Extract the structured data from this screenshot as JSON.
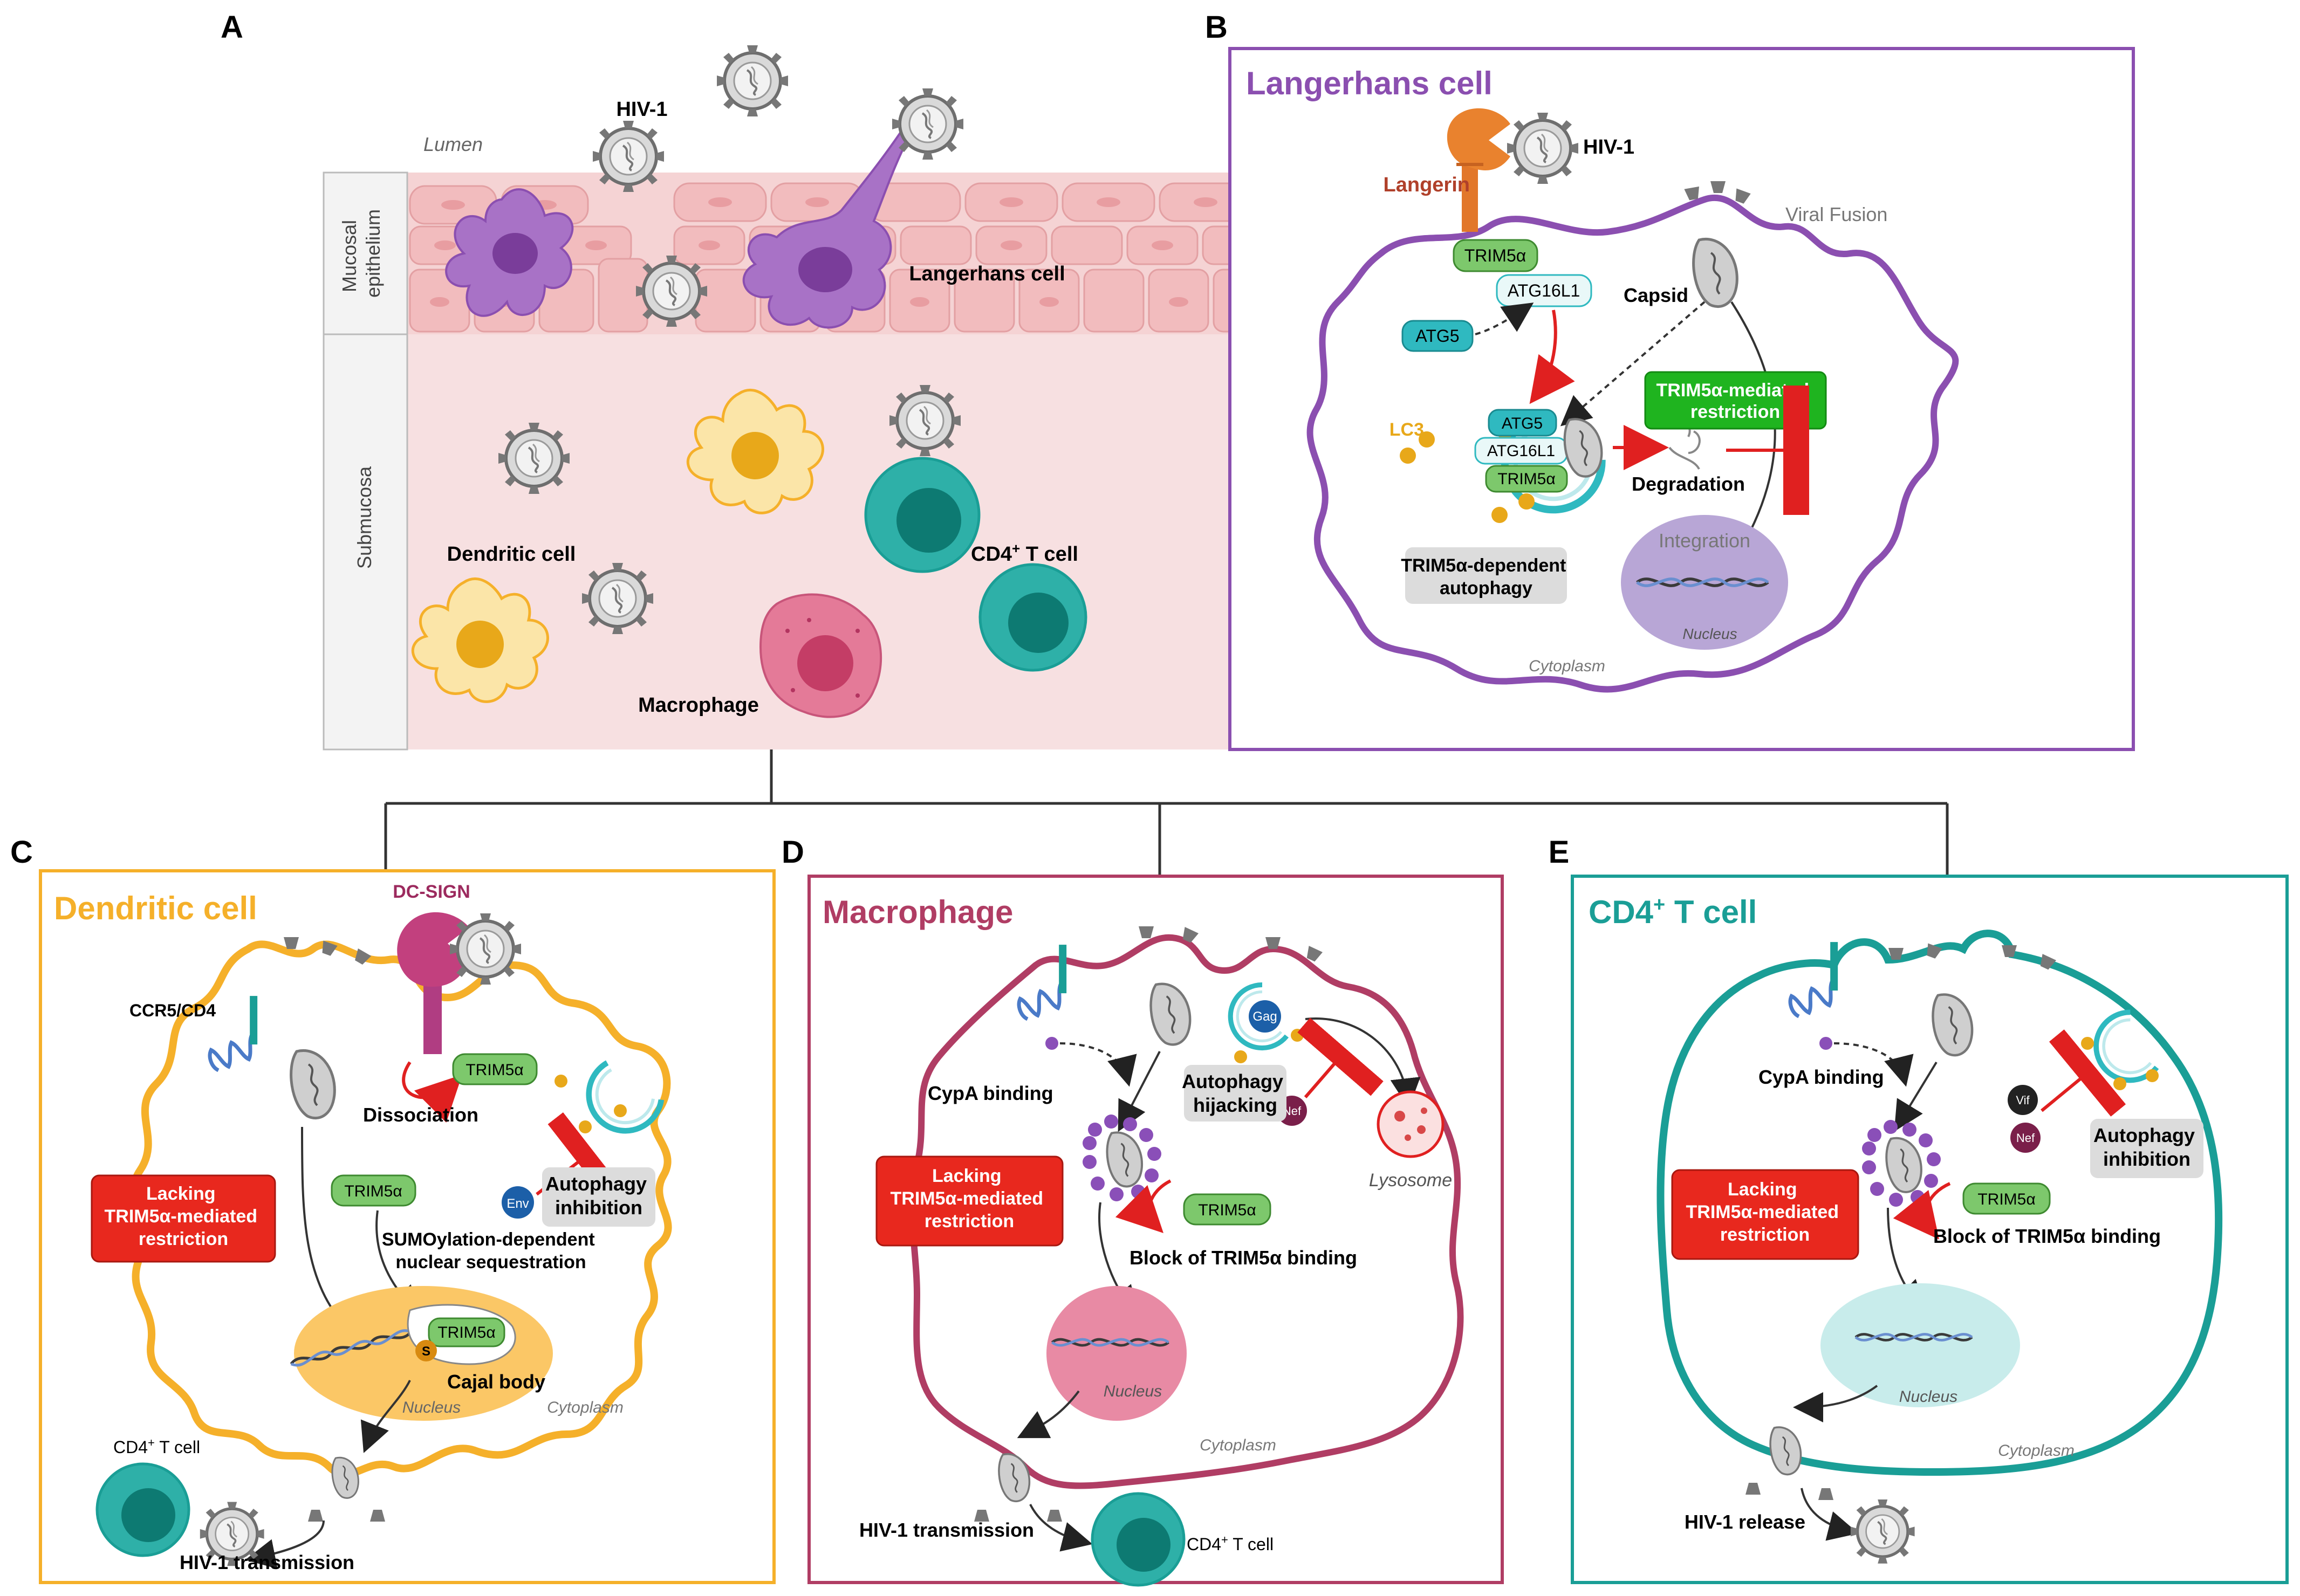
{
  "panel_letters": {
    "a": "A",
    "b": "B",
    "c": "C",
    "d": "D",
    "e": "E"
  },
  "colors": {
    "langerhans": "#8b4fb0",
    "dendritic": "#f5b02a",
    "macrophage": "#b03d64",
    "tcell": "#1a9e96",
    "trim_green": "#7dc86c",
    "atg_teal": "#2fb9c0",
    "restriction_green": "#1fb41f",
    "lacking_red": "#e8281e",
    "inhibit_red": "#e02020",
    "tissue_pink": "#f7e0e1",
    "epithelium": "#f2c4c6"
  },
  "panel_a": {
    "hiv_label": "HIV-1",
    "lumen": "Lumen",
    "mucosal_epithelium": [
      "Mucosal",
      "epithelium"
    ],
    "submucosa": "Submucosa",
    "langerhans_cell": "Langerhans cell",
    "dendritic_cell": "Dendritic cell",
    "cd4_t_cell": "CD4",
    "cd4_suffix": " T cell",
    "plus": "+",
    "macrophage": "Macrophage"
  },
  "panel_b": {
    "title": "Langerhans cell",
    "langerin": "Langerin",
    "hiv_label": "HIV-1",
    "viral_fusion": "Viral Fusion",
    "trim5a": "TRIM5α",
    "atg16l1": "ATG16L1",
    "atg5": "ATG5",
    "capsid": "Capsid",
    "lc3": "LC3",
    "restriction": [
      "TRIM5α-mediated",
      "restriction"
    ],
    "degradation": "Degradation",
    "autophagy": [
      "TRIM5α-dependent",
      "autophagy"
    ],
    "integration": "Integration",
    "nucleus": "Nucleus",
    "cytoplasm": "Cytoplasm"
  },
  "panel_c": {
    "title": "Dendritic cell",
    "dc_sign": "DC-SIGN",
    "ccr5_cd4": "CCR5/CD4",
    "trim5a": "TRIM5α",
    "dissociation": "Dissociation",
    "env": "Env",
    "autophagy_inhibition": [
      "Autophagy",
      "inhibition"
    ],
    "lacking": [
      "Lacking",
      "TRIM5α-mediated",
      "restriction"
    ],
    "sumoylation": [
      "SUMOylation-dependent",
      "nuclear sequestration"
    ],
    "s": "S",
    "cajal_body": "Cajal body",
    "nucleus": "Nucleus",
    "cytoplasm": "Cytoplasm",
    "cd4_t_cell": "CD4",
    "cd4_suffix": " T cell",
    "plus": "+",
    "transmission": "HIV-1 transmission"
  },
  "panel_d": {
    "title": "Macrophage",
    "cypa_binding": "CypA binding",
    "gag": "Gag",
    "nef": "Nef",
    "autophagy_hijacking": [
      "Autophagy",
      "hijacking"
    ],
    "lysosome": "Lysosome",
    "lacking": [
      "Lacking",
      "TRIM5α-mediated",
      "restriction"
    ],
    "trim5a": "TRIM5α",
    "block": "Block of TRIM5α binding",
    "nucleus": "Nucleus",
    "cytoplasm": "Cytoplasm",
    "transmission": "HIV-1 transmission",
    "cd4_t_cell": "CD4",
    "cd4_suffix": " T cell",
    "plus": "+"
  },
  "panel_e": {
    "title": "CD4",
    "title_suffix": " T cell",
    "plus": "+",
    "cypa_binding": "CypA binding",
    "vif": "Vif",
    "nef": "Nef",
    "autophagy_inhibition": [
      "Autophagy",
      "inhibition"
    ],
    "lacking": [
      "Lacking",
      "TRIM5α-mediated",
      "restriction"
    ],
    "trim5a": "TRIM5α",
    "block": "Block of TRIM5α binding",
    "nucleus": "Nucleus",
    "cytoplasm": "Cytoplasm",
    "release": "HIV-1 release"
  }
}
